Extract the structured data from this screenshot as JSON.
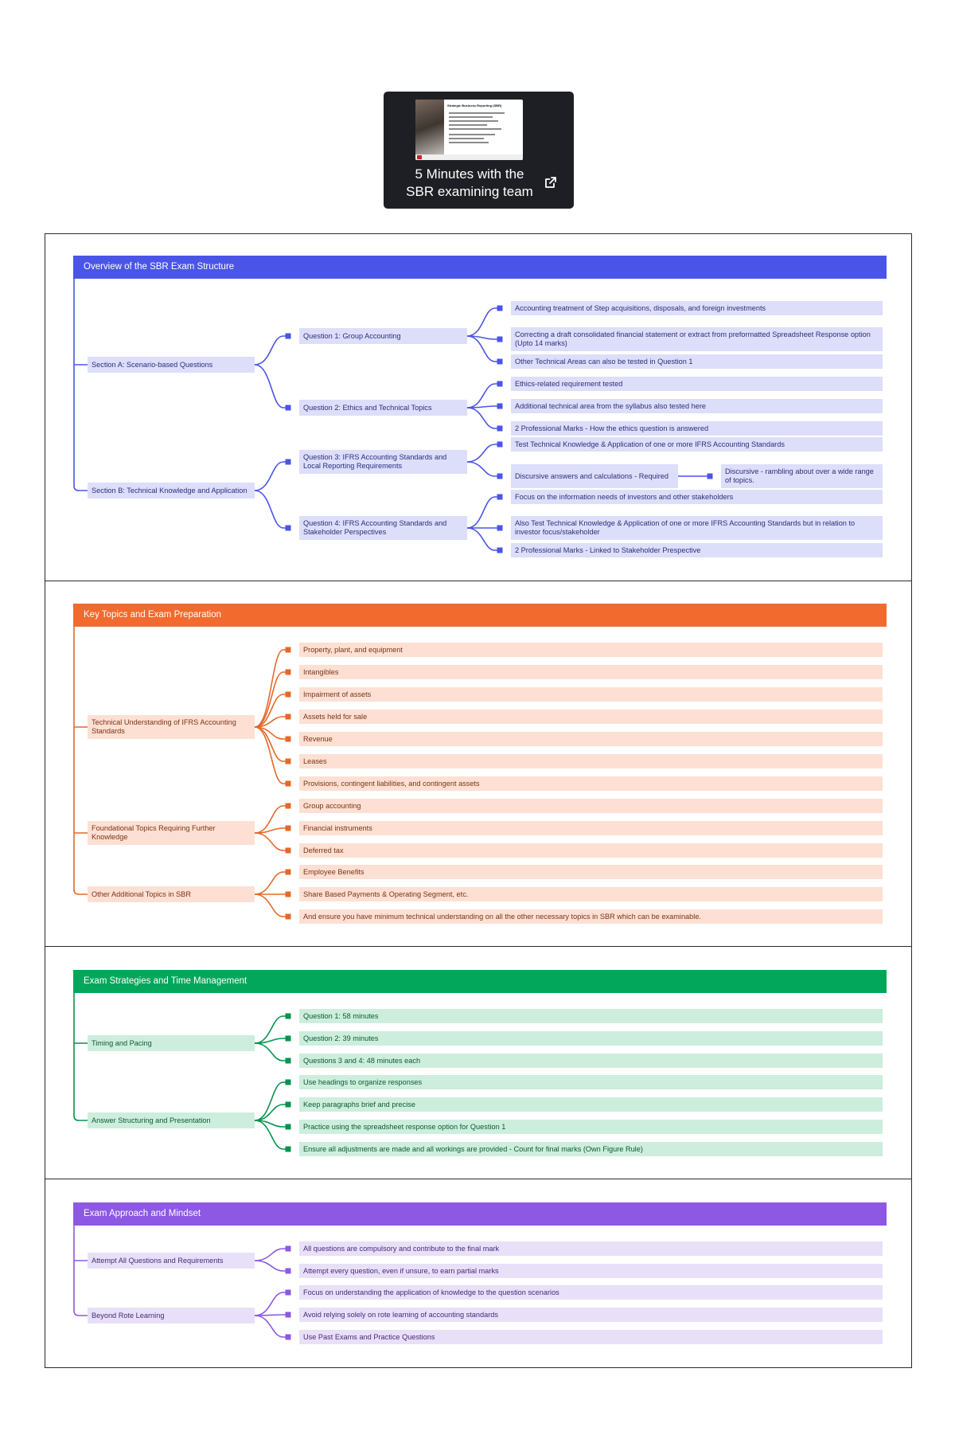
{
  "video": {
    "title_line1": "5 Minutes with the",
    "title_line2": "SBR examining team",
    "link_icon": "external-link-icon"
  },
  "colors": {
    "blue": {
      "bar": "#4a55e8",
      "box": "#dddefa",
      "line": "#4a55e8",
      "text": "#2c2f7a"
    },
    "orange": {
      "bar": "#f26a2e",
      "box": "#fde0d3",
      "line": "#e4692a",
      "text": "#7a3416"
    },
    "green": {
      "bar": "#02a75b",
      "box": "#cdeedd",
      "line": "#07934f",
      "text": "#0b5a32"
    },
    "purple": {
      "bar": "#8d58e3",
      "box": "#e8e0f8",
      "line": "#8d58e3",
      "text": "#45297a"
    }
  },
  "sections": [
    {
      "title": "Overview of the SBR Exam Structure",
      "color": "blue",
      "branches": [
        {
          "label": "Section A: Scenario-based Questions",
          "children": [
            {
              "label": "Question 1: Group Accounting",
              "children": [
                {
                  "label": "Accounting treatment of Step acquisitions, disposals, and foreign investments"
                },
                {
                  "label": "Correcting a draft consolidated financial statement or extract from preformatted Spreadsheet Response option (Upto 14 marks)"
                },
                {
                  "label": "Other Technical Areas can also be tested in Question 1"
                }
              ]
            },
            {
              "label": "Question 2: Ethics and Technical Topics",
              "children": [
                {
                  "label": "Ethics-related requirement tested"
                },
                {
                  "label": "Additional technical area from the syllabus also tested here"
                },
                {
                  "label": "2 Professional Marks - How the ethics question is answered"
                }
              ]
            }
          ]
        },
        {
          "label": "Section B: Technical Knowledge and Application",
          "children": [
            {
              "label": "Question 3: IFRS Accounting Standards and Local Reporting Requirements",
              "children": [
                {
                  "label": "Test Technical Knowledge & Application of one or more IFRS Accounting Standards"
                },
                {
                  "label": "Discursive answers and calculations - Required",
                  "children": [
                    {
                      "label": "Discursive - rambling about over a wide range of topics."
                    }
                  ]
                }
              ]
            },
            {
              "label": "Question 4: IFRS Accounting Standards and Stakeholder Perspectives",
              "children": [
                {
                  "label": "Focus on the information needs of investors and other stakeholders"
                },
                {
                  "label": "Also Test Technical Knowledge & Application of one or more IFRS Accounting Standards but in relation to investor focus/stakeholder"
                },
                {
                  "label": "2 Professional Marks - Linked to Stakeholder Prespective"
                }
              ]
            }
          ]
        }
      ]
    },
    {
      "title": "Key Topics and Exam Preparation",
      "color": "orange",
      "branches": [
        {
          "label": "Technical Understanding of IFRS Accounting Standards",
          "children": [
            {
              "label": "Property, plant, and equipment"
            },
            {
              "label": "Intangibles"
            },
            {
              "label": "Impairment of assets"
            },
            {
              "label": "Assets held for sale"
            },
            {
              "label": "Revenue"
            },
            {
              "label": "Leases"
            },
            {
              "label": "Provisions, contingent liabilities, and contingent assets"
            }
          ]
        },
        {
          "label": "Foundational Topics Requiring Further Knowledge",
          "children": [
            {
              "label": "Group accounting"
            },
            {
              "label": "Financial instruments"
            },
            {
              "label": "Deferred tax"
            }
          ]
        },
        {
          "label": "Other Additional Topics in SBR",
          "children": [
            {
              "label": "Employee Benefits"
            },
            {
              "label": "Share Based Payments & Operating Segment, etc."
            },
            {
              "label": "And ensure you have minimum technical understanding on all the other necessary topics in SBR which can be examinable."
            }
          ]
        }
      ]
    },
    {
      "title": "Exam Strategies and Time Management",
      "color": "green",
      "branches": [
        {
          "label": "Timing and Pacing",
          "children": [
            {
              "label": "Question 1: 58 minutes"
            },
            {
              "label": "Question 2: 39 minutes"
            },
            {
              "label": "Questions 3 and 4: 48 minutes each"
            }
          ]
        },
        {
          "label": "Answer Structuring and Presentation",
          "children": [
            {
              "label": "Use headings to organize responses"
            },
            {
              "label": "Keep paragraphs brief and precise"
            },
            {
              "label": "Practice using the spreadsheet response option for Question 1"
            },
            {
              "label": "Ensure all adjustments are made and all workings are provided - Count for final marks  (Own Figure Rule)"
            }
          ]
        }
      ]
    },
    {
      "title": "Exam Approach and Mindset",
      "color": "purple",
      "branches": [
        {
          "label": "Attempt All Questions and Requirements",
          "children": [
            {
              "label": "All questions are compulsory and contribute to the final mark"
            },
            {
              "label": "Attempt every question, even if unsure, to earn partial marks"
            }
          ]
        },
        {
          "label": "Beyond Rote Learning",
          "children": [
            {
              "label": "Focus on understanding the application of knowledge to the question scenarios"
            },
            {
              "label": "Avoid relying solely on rote learning of accounting standards"
            },
            {
              "label": "Use Past Exams and Practice Questions"
            }
          ]
        }
      ]
    }
  ]
}
